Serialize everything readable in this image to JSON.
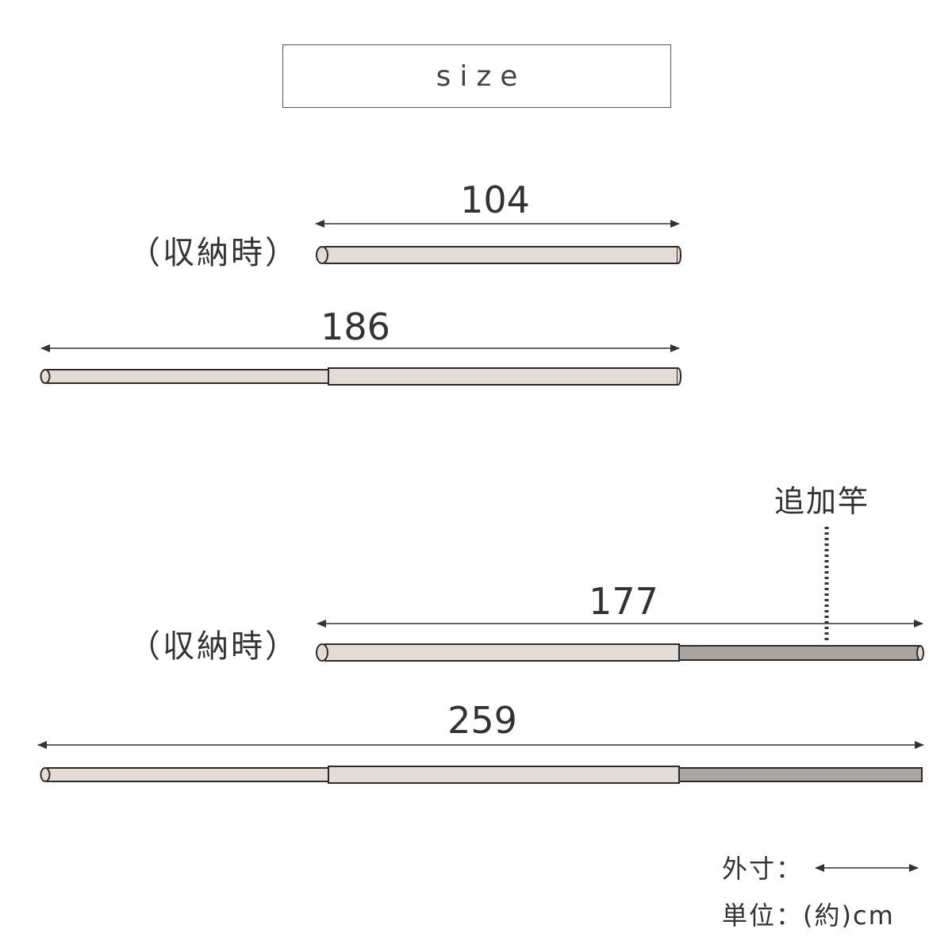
{
  "title": "size",
  "colors": {
    "pole_light": "#e3dcd7",
    "pole_extra": "#a9a5a2",
    "outline": "#2e2a29",
    "text": "#333333"
  },
  "diagram": {
    "storage_label": "（収納時）",
    "extra_pole_label": "追加竿",
    "dimensions": {
      "standard_stored": "104",
      "standard_extended": "186",
      "with_extra_stored": "177",
      "with_extra_extended": "259"
    }
  },
  "legend": {
    "outer_label": "外寸：",
    "unit_text": "単位：(約)cm"
  }
}
